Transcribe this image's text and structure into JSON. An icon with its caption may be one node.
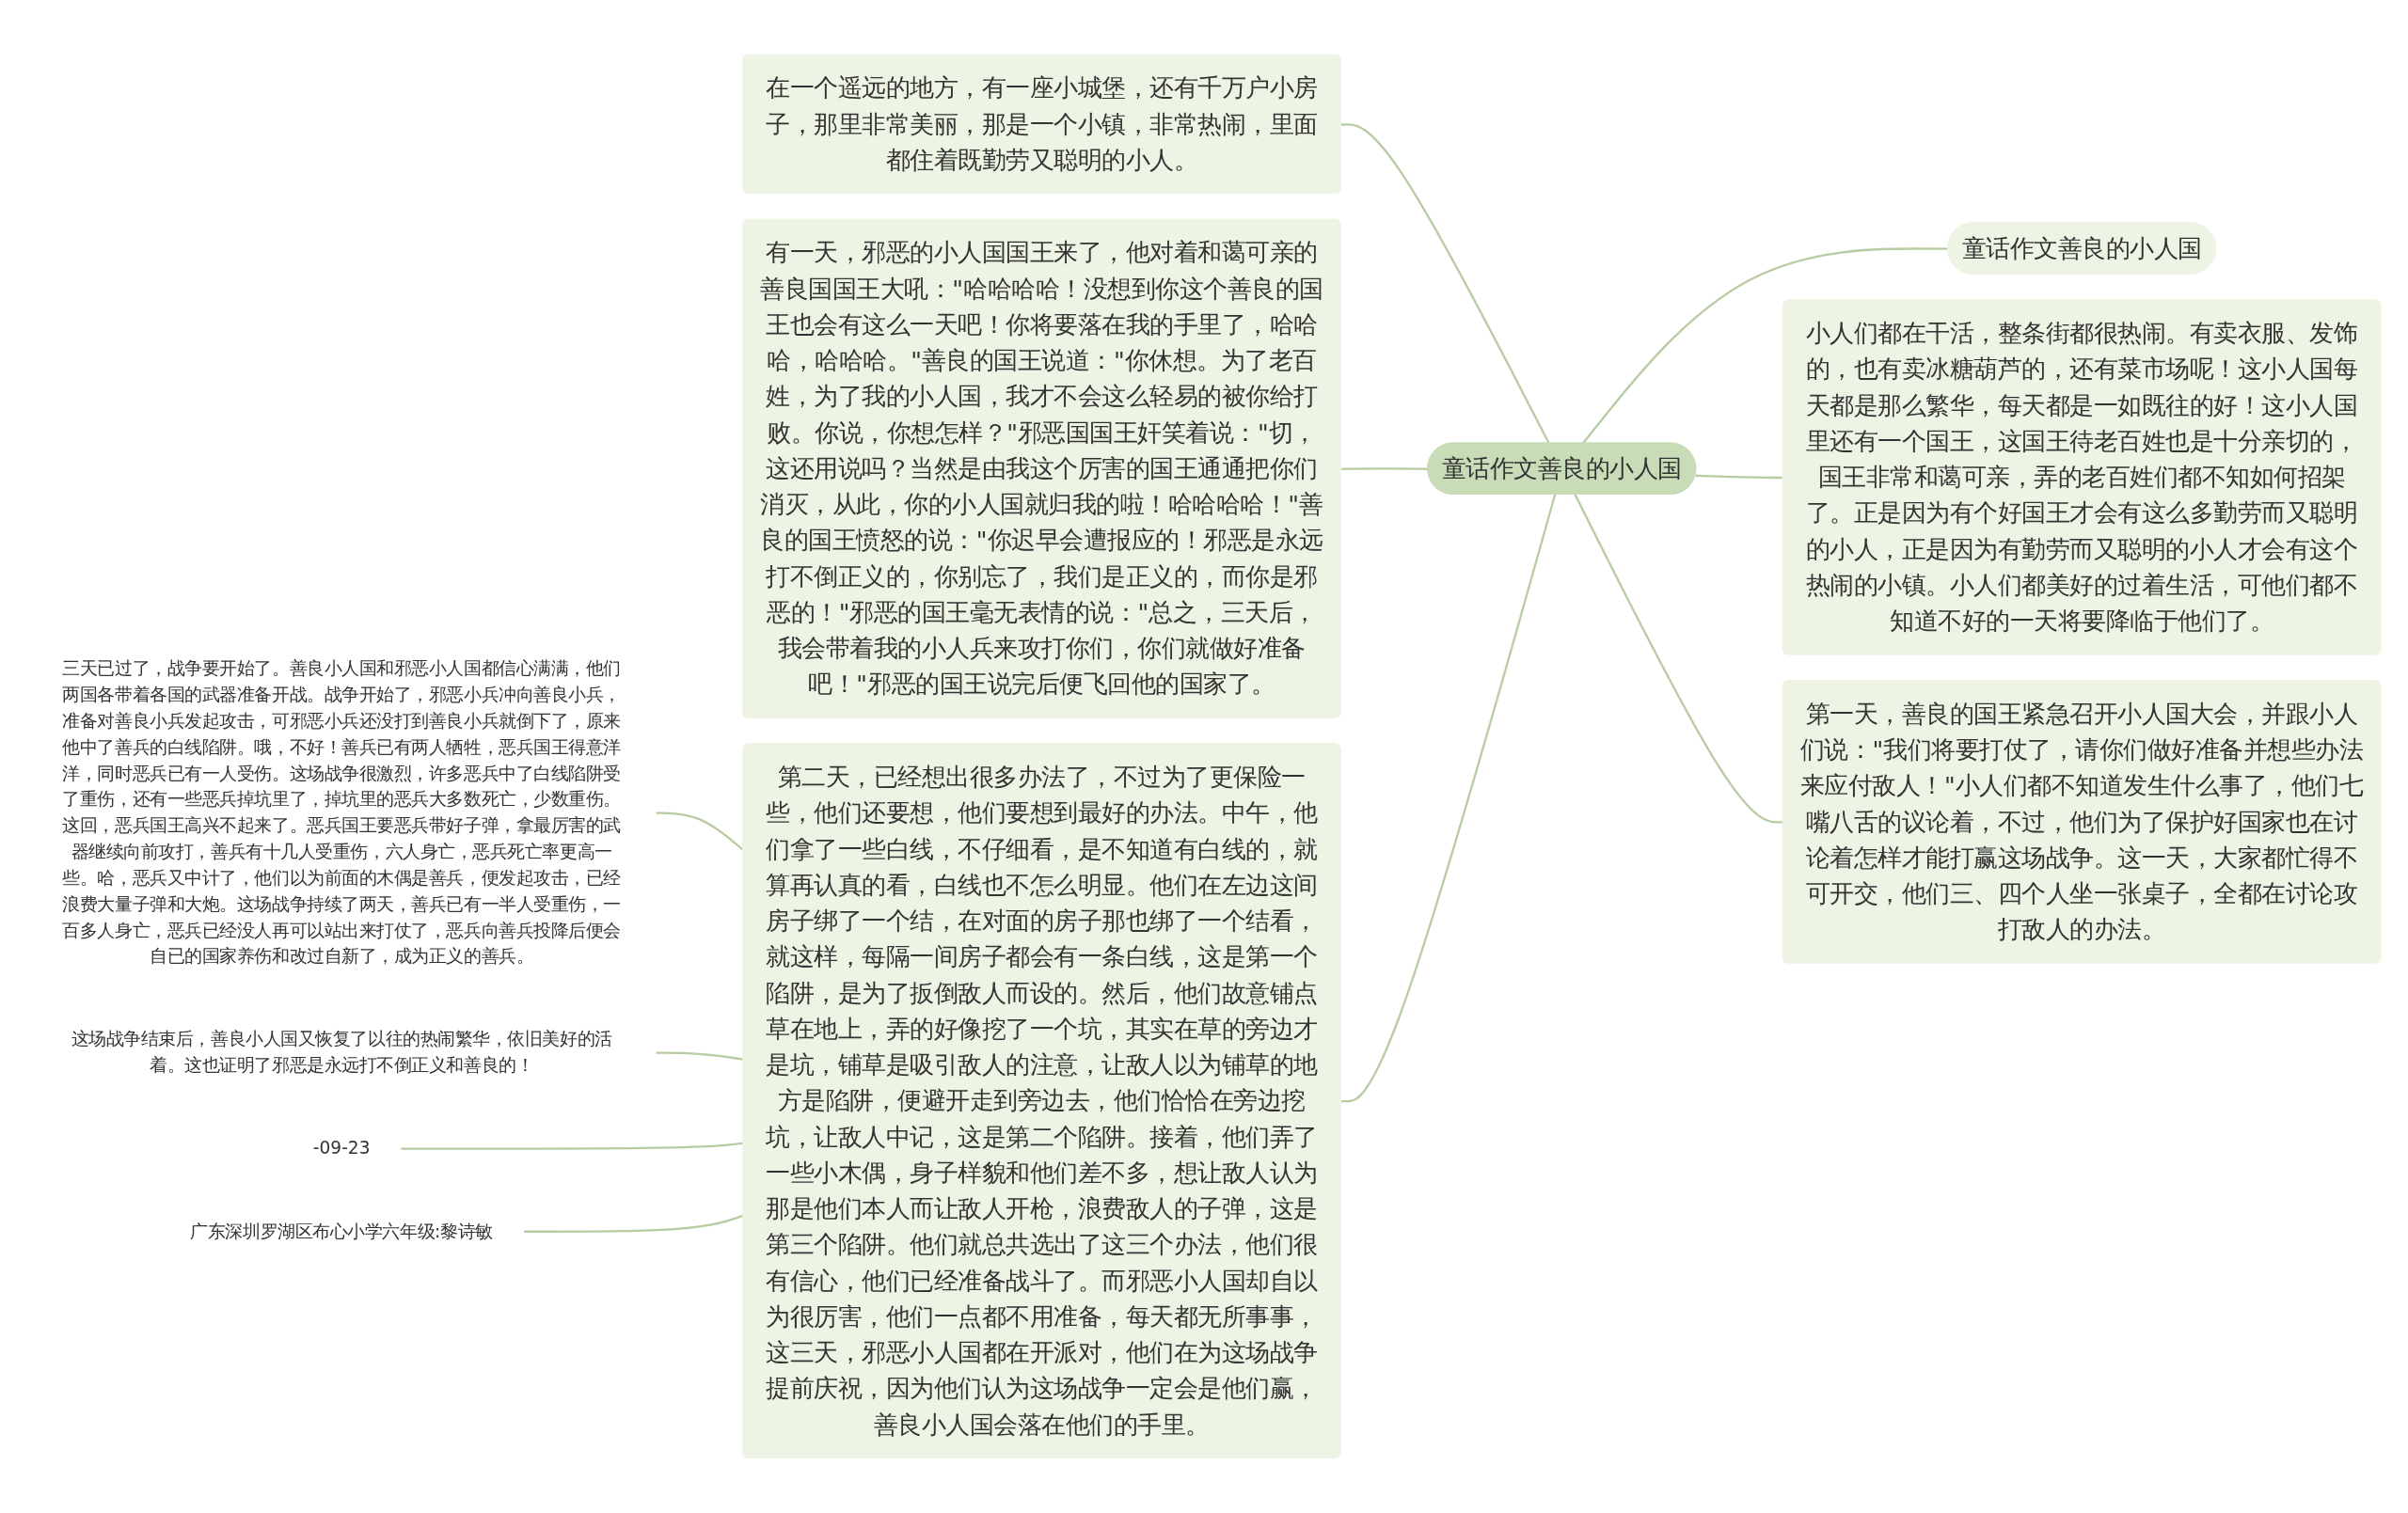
{
  "diagram": {
    "nodes": [
      {
        "text": [
          "童话作文善良的小人国"
        ]
      },
      {
        "text": [
          "在一个遥远的地方，有一座小城堡，还有千万户小房子，那里非常美丽，那是一个小镇，非常热闹，里面都住着既勤劳又聪明的小人。"
        ]
      },
      {
        "text": [
          "有一天，邪恶的小人国国王来了，他对着和蔼可亲的善良国国王大吼：\"哈哈哈哈！没想到你这个善良的国王也会有这么一天吧！你将要落在我的手里了，哈哈哈，哈哈哈。\"善良的国王说道：\"你休想。为了老百姓，为了我的小人国，我才不会这么轻易的被你给打败。你说，你想怎样？\"邪恶国国王奸笑着说：\"切，这还用说吗？当然是由我这个厉害的国王通通把你们消灭，从此，你的小人国就归我的啦！哈哈哈哈！\"善良的国王愤怒的说：\"你迟早会遭报应的！邪恶是永远打不倒正义的，你别忘了，我们是正义的，而你是邪恶的！\"邪恶的国王毫无表情的说：\"总之，三天后，我会带着我的小人兵来攻打你们，你们就做好准备吧！\"邪恶的国王说完后便飞回他的国家了。"
        ]
      },
      {
        "text": [
          "第二天，已经想出很多办法了，不过为了更保险一些，他们还要想，他们要想到最好的办法。中午，他们拿了一些白线，不仔细看，是不知道有白线的，就算再认真的看，白线也不怎么明显。他们在左边这间房子绑了一个结，在对面的房子那也绑了一个结看，就这样，每隔一间房子都会有一条白线，这是第一个陷阱，是为了扳倒敌人而设的。然后，他们故意铺点草在地上，弄的好像挖了一个坑，其实在草的旁边才是坑，铺草是吸引敌人的注意，让敌人以为铺草的地方是陷阱，便避开走到旁边去，他们恰恰在旁边挖坑，让敌人中记，这是第二个陷阱。接着，他们弄了一些小木偶，身子样貌和他们差不多，想让敌人认为那是他们本人而让敌人开枪，浪费敌人的子弹，这是第三个陷阱。他们就总共选出了这三个办法，他们很有信心，他们已经准备战斗了。而邪恶小人国却自以为很厉害，他们一点都不用准备，每天都无所事事，这三天，邪恶小人国都在开派对，他们在为这场战争提前庆祝，因为他们认为这场战争一定会是他们赢，善良小人国会落在他们的手里。"
        ]
      },
      {
        "text": [
          "三天已过了，战争要开始了。善良小人国和邪恶小人国都信心满满，他们两国各带着各国的武器准备开战。战争开始了，邪恶小兵冲向善良小兵，准备对善良小兵发起攻击，可邪恶小兵还没打到善良小兵就倒下了，原来他中了善兵的白线陷阱。哦，不好！善兵已有两人牺牲，恶兵国王得意洋洋，同时恶兵已有一人受伤。这场战争很激烈，许多恶兵中了白线陷阱受了重伤，还有一些恶兵掉坑里了，掉坑里的恶兵大多数死亡，少数重伤。这回，恶兵国王高兴不起来了。恶兵国王要恶兵带好子弹，拿最厉害的武器继续向前攻打，善兵有十几人受重伤，六人身亡，恶兵死亡率更高一些。哈，恶兵又中计了，他们以为前面的木偶是善兵，便发起攻击，已经浪费大量子弹和大炮。这场战争持续了两天，善兵已有一半人受重伤，一百多人身亡，恶兵已经没人再可以站出来打仗了，恶兵向善兵投降后便会自已的国家养伤和改过自新了，成为正义的善兵。"
        ]
      },
      {
        "text": [
          "这场战争结束后，善良小人国又恢复了以往的热闹繁华，依旧美好的活着。这也证明了邪恶是永远打不倒正义和善良的！"
        ]
      },
      {
        "text": [
          "-09-23"
        ]
      },
      {
        "text": [
          "广东深圳罗湖区布心小学六年级:黎诗敏"
        ]
      },
      {
        "text": [
          "童话作文善良的小人国"
        ]
      },
      {
        "text": [
          "小人们都在干活，整条街都很热闹。有卖衣服、发饰的，也有卖冰糖葫芦的，还有菜市场呢！这小人国每天都是那么繁华，每天都是一如既往的好！这小人国里还有一个国王，这国王待老百姓也是十分亲切的，国王非常和蔼可亲，弄的老百姓们都不知如何招架了。正是因为有个好国王才会有这么多勤劳而又聪明的小人，正是因为有勤劳而又聪明的小人才会有这个热闹的小镇。小人们都美好的过着生活，可他们都不知道不好的一天将要降临于他们了。"
        ]
      },
      {
        "text": [
          "第一天，善良的国王紧急召开小人国大会，并跟小人们说：\"我们将要打仗了，请你们做好准备并想些办法来应付敌人！\"小人们都不知道发生什么事了，他们七嘴八舌的议论着，不过，他们为了保护好国家也在讨论着怎样才能打赢这场战争。这一天，大家都忙得不可开交，他们三、四个人坐一张桌子，全都在讨论攻打敌人的办法。"
        ]
      }
    ],
    "edges": [
      {
        "from": 0,
        "to": 1,
        "arrow": "none"
      },
      {
        "from": 0,
        "to": 2,
        "arrow": "none"
      },
      {
        "from": 0,
        "to": 3,
        "arrow": "none"
      },
      {
        "from": 3,
        "to": 4,
        "arrow": "none"
      },
      {
        "from": 3,
        "to": 5,
        "arrow": "none"
      },
      {
        "from": 3,
        "to": 6,
        "arrow": "none"
      },
      {
        "from": 3,
        "to": 7,
        "arrow": "none"
      },
      {
        "from": 0,
        "to": 8,
        "arrow": "none"
      },
      {
        "from": 0,
        "to": 9,
        "arrow": "none"
      },
      {
        "from": 0,
        "to": 10,
        "arrow": "none"
      }
    ]
  }
}
